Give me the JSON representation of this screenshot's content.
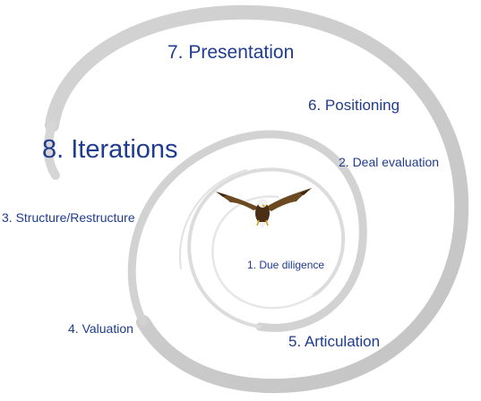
{
  "stages": {
    "s1": "1. Due diligence",
    "s2": "2. Deal evaluation",
    "s3": "3. Structure/Restructure",
    "s4": "4. Valuation",
    "s5": "5. Articulation",
    "s6": "6. Positioning",
    "s7": "7. Presentation",
    "s8": "8. Iterations"
  },
  "colors": {
    "label": "#1f3c8f",
    "spiral": "#cfcfcf",
    "spiral_light": "#e6e6e6"
  },
  "icon": "eagle-icon"
}
